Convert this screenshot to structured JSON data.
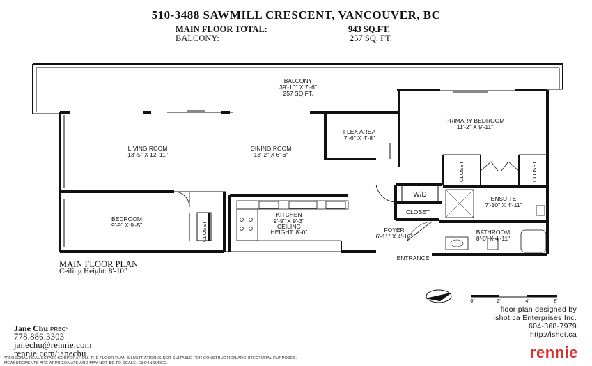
{
  "header": {
    "address": "510-3488 SAWMILL CRESCENT, VANCOUVER, BC",
    "main_floor_label": "MAIN FLOOR TOTAL:",
    "main_floor_value": "943 SQ.FT.",
    "balcony_label": "BALCONY:",
    "balcony_value": "257 SQ. FT."
  },
  "rooms": {
    "balcony": {
      "name": "BALCONY",
      "dims": "39'-10\" X 7'-6\"",
      "area": "257 SQ.FT."
    },
    "living": {
      "name": "LIVING ROOM",
      "dims": "13'-5\" X 12'-11\""
    },
    "dining": {
      "name": "DINING ROOM",
      "dims": "13'-2\" X 6'-6\""
    },
    "flex": {
      "name": "FLEX AREA",
      "dims": "7'-6\" X 4'-8\""
    },
    "primary": {
      "name": "PRIMARY BEDROOM",
      "dims": "11'-2\" X 9'-11\""
    },
    "bedroom": {
      "name": "BEDROOM",
      "dims": "9'-9\" X 9'-5\""
    },
    "kitchen": {
      "name": "KITCHEN",
      "dims": "9'-9\" X 9'-3\"",
      "ceiling": "CEILING",
      "ceiling_height": "HEIGHT: 8'-0\""
    },
    "ensuite": {
      "name": "ENSUITE",
      "dims": "7'-10\" X 4'-11\""
    },
    "bathroom": {
      "name": "BATHROOM",
      "dims": "8'-0\" X 4'-11\""
    },
    "foyer": {
      "name": "FOYER",
      "dims": "6'-11\" X 4'-10\""
    },
    "wd": "W/D",
    "closet": "CLOSET",
    "entrance": "ENTRANCE"
  },
  "plan": {
    "title": "MAIN FLOOR PLAN",
    "ceiling": "Ceiling Height: 8'-10\""
  },
  "scale": {
    "ticks": [
      "0'",
      "2'",
      "4'",
      "8'"
    ]
  },
  "credit": {
    "line1": "floor plan designed by",
    "line2": "ishot.ca Enterprises Inc.",
    "line3": "604-368-7979",
    "line4": "http://ishot.ca"
  },
  "agent": {
    "name": "Jane Chu",
    "title": "PREC*",
    "phone": "778.886.3303",
    "email": "janechu@rennie.com",
    "web": "rennie.com/janechu"
  },
  "logo": "rennie",
  "disclaimer": {
    "line1": "*PERSONAL REAL ESTATE CORPORATION. THE FLOOR PLAN ILLUSTRATION IS NOT SUITABLE FOR CONSTRUCTION/ARCHITECTURAL PURPOSES.",
    "line2": "MEASUREMENTS ARE APPROXIMATE AND MAY NOT BE TO SCALE. E&O INSURED."
  }
}
